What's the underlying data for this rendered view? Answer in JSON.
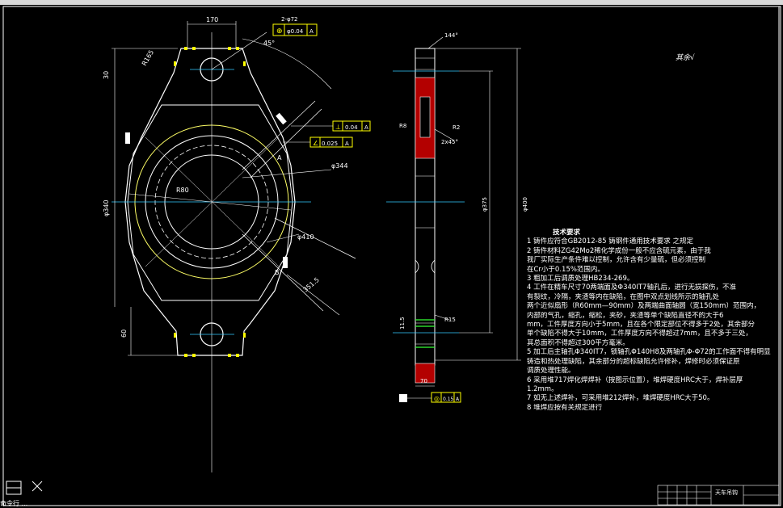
{
  "drawing": {
    "roughness_note": "其余",
    "notes_title": "技术要求",
    "notes": [
      "1  铸件应符合GB2012-85 铸钢件通用技术要求 之规定",
      "2  铸件材料ZG42Mo2稀化学成份一般不应含硫元素，由于我",
      "   我厂实际生产条件难以控制，允许含有少量硫，但必须控制",
      "   在Cr小于0.15%范围内。",
      "3  粗加工后调质处理HB234-269。",
      "4  工件在精车尺寸70两端面及Φ340IT7轴孔后，进行无损探伤，不准",
      "     有裂纹，冷隔，夹渣等内在缺陷，在图中双点划线所示的轴孔处",
      "   两个近似扇形（R60mm—90mm）及两端曲面轴圆（宽150mm）范围内，",
      "   内部的气孔，缩孔，缩松，夹砂，夹渣等单个缺陷直径不的大于6",
      "   mm，工件厚度方向小于5mm，且在各个限定部位不得多于2处，其余部分",
      "   单个缺陷不得大于10mm，工件厚度方向不得超过7mm，且不多于三处，",
      "   其总面积不得超过300平方毫米。",
      "5  加工后主轴孔Φ340IT7，锁轴孔Φ140H8及两轴孔Φ-Φ72的工作面不得有明显",
      "     铸造和热处理缺陷，其余部分的超标缺陷允许修补，焊修时必须保证原",
      "     调质处理性能。",
      "6 采用堆717焊化焊焊补（按图示位置），堆焊硬度HRC大于，焊补层厚",
      "  1.2mm。",
      "7 如无上述焊补，可采用堆212焊补，堆焊硬度HRC大于50。",
      "8   堆焊应按有关规定进行"
    ],
    "front_view": {
      "dim_top": "170",
      "dim_left_top": "30",
      "dim_left_bottom": "60",
      "dim_height": "φ340",
      "dim_hole": "φ410",
      "dim_slot": "351.5",
      "dim_radius": "R165",
      "dim_angle": "45°",
      "dim_center": "R80",
      "dim_bore": "φ344",
      "tol_position": "2-φ72",
      "tol_frame_1": "φ0.04",
      "tol_frame_1_datum": "A",
      "tol_frame_2": "0.04",
      "tol_frame_2_datum": "A",
      "tol_frame_3": "0.025",
      "tol_frame_3_datum": "A",
      "label_a": "A",
      "label_b": "B"
    },
    "side_view": {
      "dim_top_angle": "144°",
      "dim_r8": "R8",
      "dim_r2": "R2",
      "dim_chamfer": "2x45°",
      "dim_overall": "φ400",
      "dim_inner": "φ375",
      "dim_width": "70",
      "dim_r15": "R15",
      "dim_bottom_left": "11.5",
      "tol_bottom": "0.15",
      "tol_bottom_datum": "A"
    },
    "title_block": {
      "name": "天车吊钩",
      "cmd": "命令行 ..."
    }
  }
}
